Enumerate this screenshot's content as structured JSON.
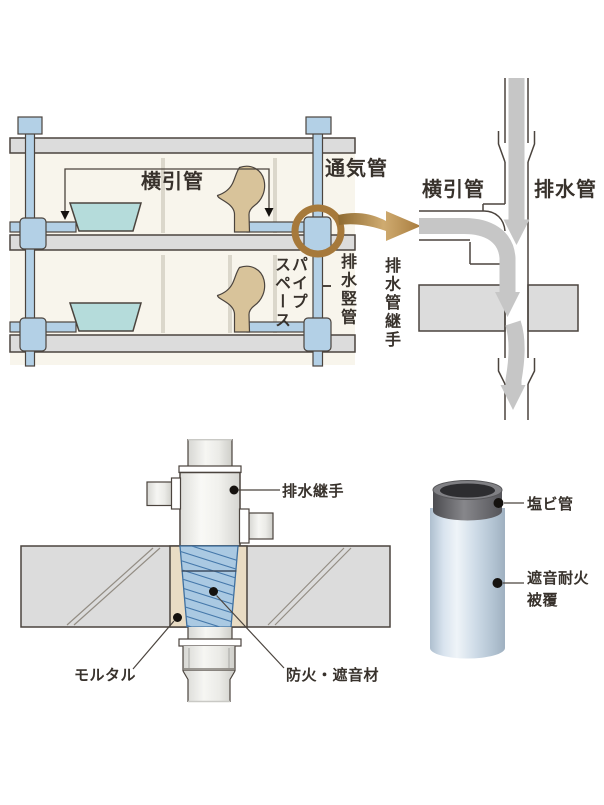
{
  "figure": {
    "building_section": {
      "label_yokobikikan": "横引管",
      "label_tsukikan": "通気管",
      "label_pipe_space": "パイプ\nスペース",
      "label_haisui_tatekan": "排水竪管",
      "label_haisuikan_tsugite": "排水管継手"
    },
    "joint_detail": {
      "label_yokobikikan": "横引管",
      "label_haisuikan": "排水管"
    },
    "floor_penetration": {
      "label_haisui_tsugite": "排水継手",
      "label_mortar": "モルタル",
      "label_boka_shaonzai": "防火・遮音材"
    },
    "pipe_cover": {
      "label_enbikan": "塩ビ管",
      "label_shaon_taika_hifuku": "遮音耐火\n被覆"
    },
    "colors": {
      "pipe_blue": "#b3d0e6",
      "fixture_teal": "#b5dcdb",
      "fixture_tan": "#d8c39a",
      "interior_cream": "#f8f5ec",
      "slab_gray": "#dcdcdc",
      "outline_dark": "#4b443e",
      "flow_gray": "#c6c6c6",
      "highlight_brown": "#a6793b",
      "insulation_blue": "#aac9e2",
      "insulation_hatch": "#4578aa",
      "mortar_tan": "#e9dcc4",
      "pvc_gray": "#707074",
      "cover_blue": "#ccd9e6",
      "text_color": "#38322c"
    }
  }
}
